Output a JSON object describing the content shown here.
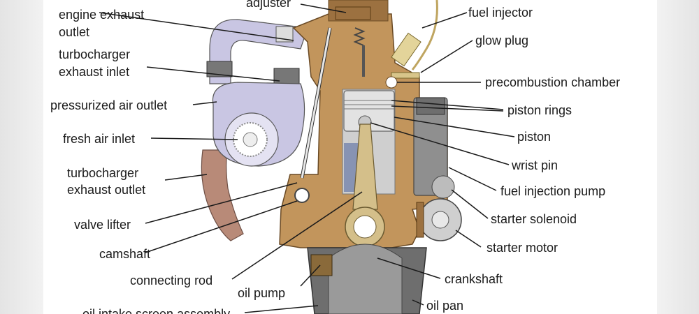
{
  "diagram": {
    "left_labels": [
      {
        "key": "engine-exhaust-outlet",
        "lines": [
          "engine exhaust",
          "outlet"
        ]
      },
      {
        "key": "turbocharger-exhaust-inlet",
        "lines": [
          "turbocharger",
          "exhaust inlet"
        ]
      },
      {
        "key": "pressurized-air-outlet",
        "lines": [
          "pressurized air outlet"
        ]
      },
      {
        "key": "fresh-air-inlet",
        "lines": [
          "fresh air inlet"
        ]
      },
      {
        "key": "turbocharger-exhaust-outlet",
        "lines": [
          "turbocharger",
          "exhaust outlet"
        ]
      },
      {
        "key": "valve-lifter",
        "lines": [
          "valve lifter"
        ]
      },
      {
        "key": "camshaft",
        "lines": [
          "camshaft"
        ]
      },
      {
        "key": "connecting-rod",
        "lines": [
          "connecting rod"
        ]
      },
      {
        "key": "oil-pump",
        "lines": [
          "oil pump"
        ]
      },
      {
        "key": "oil-intake-screen-assembly",
        "lines": [
          "oil intake screen assembly"
        ]
      }
    ],
    "top_labels": [
      {
        "key": "adjuster",
        "lines": [
          "adjuster"
        ]
      }
    ],
    "right_labels": [
      {
        "key": "fuel-injector",
        "lines": [
          "fuel injector"
        ]
      },
      {
        "key": "glow-plug",
        "lines": [
          "glow plug"
        ]
      },
      {
        "key": "precombustion-chamber",
        "lines": [
          "precombustion chamber"
        ]
      },
      {
        "key": "piston-rings",
        "lines": [
          "piston rings"
        ]
      },
      {
        "key": "piston",
        "lines": [
          "piston"
        ]
      },
      {
        "key": "wrist-pin",
        "lines": [
          "wrist pin"
        ]
      },
      {
        "key": "fuel-injection-pump",
        "lines": [
          "fuel injection pump"
        ]
      },
      {
        "key": "starter-solenoid",
        "lines": [
          "starter solenoid"
        ]
      },
      {
        "key": "starter-motor",
        "lines": [
          "starter motor"
        ]
      },
      {
        "key": "crankshaft",
        "lines": [
          "crankshaft"
        ]
      },
      {
        "key": "oil-pan",
        "lines": [
          "oil pan"
        ]
      }
    ],
    "colors": {
      "engine_block": "#c2955c",
      "engine_block_dark": "#9c7140",
      "turbocharger": "#c9c6e3",
      "cylinder": "#cfcfcf",
      "piston": "#d9d9d9",
      "connecting_rod": "#d4bf8a",
      "exhaust_hose": "#b88a78",
      "fuel_injector": "#e3d49a",
      "leader_line": "#1a1a1a"
    }
  }
}
